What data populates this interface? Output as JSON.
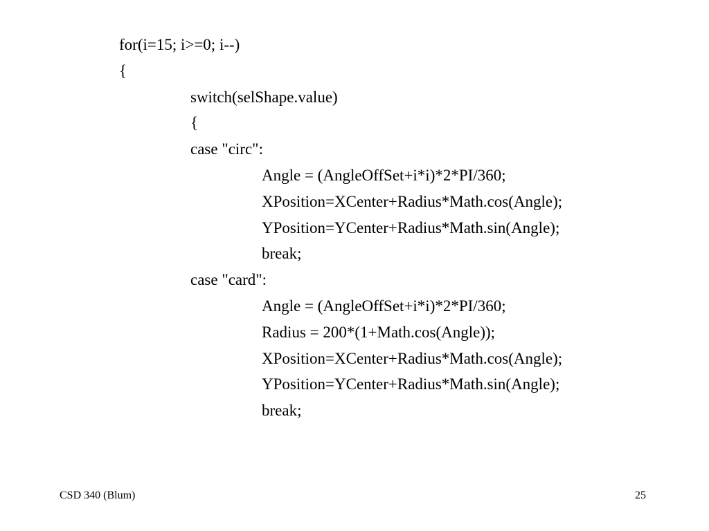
{
  "slide": {
    "code_lines": [
      {
        "text": "for(i=15; i>=0; i--)",
        "indent": 0
      },
      {
        "text": "{",
        "indent": 0
      },
      {
        "text": "switch(selShape.value)",
        "indent": 1
      },
      {
        "text": "{",
        "indent": 1
      },
      {
        "text": "case \"circ\":",
        "indent": 1
      },
      {
        "text": "Angle = (AngleOffSet+i*i)*2*PI/360;",
        "indent": 2
      },
      {
        "text": "XPosition=XCenter+Radius*Math.cos(Angle);",
        "indent": 2
      },
      {
        "text": "YPosition=YCenter+Radius*Math.sin(Angle);",
        "indent": 2
      },
      {
        "text": "break;",
        "indent": 2
      },
      {
        "text": "case \"card\":",
        "indent": 1
      },
      {
        "text": "Angle = (AngleOffSet+i*i)*2*PI/360;",
        "indent": 2
      },
      {
        "text": "Radius = 200*(1+Math.cos(Angle));",
        "indent": 2
      },
      {
        "text": "XPosition=XCenter+Radius*Math.cos(Angle);",
        "indent": 2
      },
      {
        "text": "YPosition=YCenter+Radius*Math.sin(Angle);",
        "indent": 2
      },
      {
        "text": "break;",
        "indent": 2
      }
    ]
  },
  "footer": {
    "course": "CSD 340 (Blum)",
    "page_number": "25"
  }
}
